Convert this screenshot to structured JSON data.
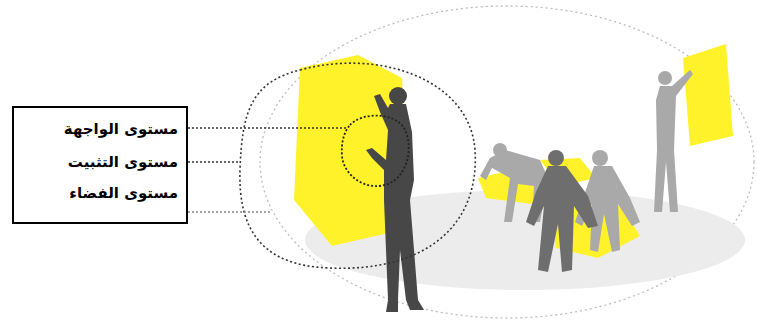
{
  "diagram": {
    "nodes": [
      {
        "text": [
          "مستوى الواجهة",
          "مستوى التثبيت",
          "مستوى الفضاء"
        ]
      }
    ]
  }
}
